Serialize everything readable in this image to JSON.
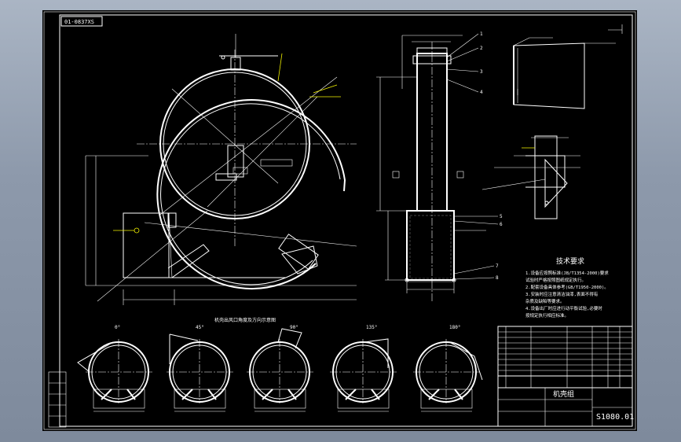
{
  "drawing": {
    "corner_code": "01-0837XS",
    "tech_title": "技术要求",
    "tech_lines": [
      "1.设备应按照标准(JB/T1354-2000)要求",
      "试验时严格按照图纸规定执行。",
      "2.配套设备具体参考(GB/T1950-2000)。",
      "3.安装时应注意清洁油漆,表面不得有",
      "杂质及缺陷等要求。",
      "4.设备出厂时应进行动平衡试验,必要时",
      "按规定执行相应标准。"
    ],
    "drawing_name": "机壳组",
    "drawing_number": "S1080.01",
    "bottom_row_caption": "机壳出风口角度及方向示意图",
    "angle_labels": [
      "0°",
      "45°",
      "90°",
      "135°",
      "180°"
    ],
    "colors": {
      "paper": "#000000",
      "line": "#ffffff",
      "accent": "#f4f400",
      "frame": "#8a96a8"
    }
  }
}
